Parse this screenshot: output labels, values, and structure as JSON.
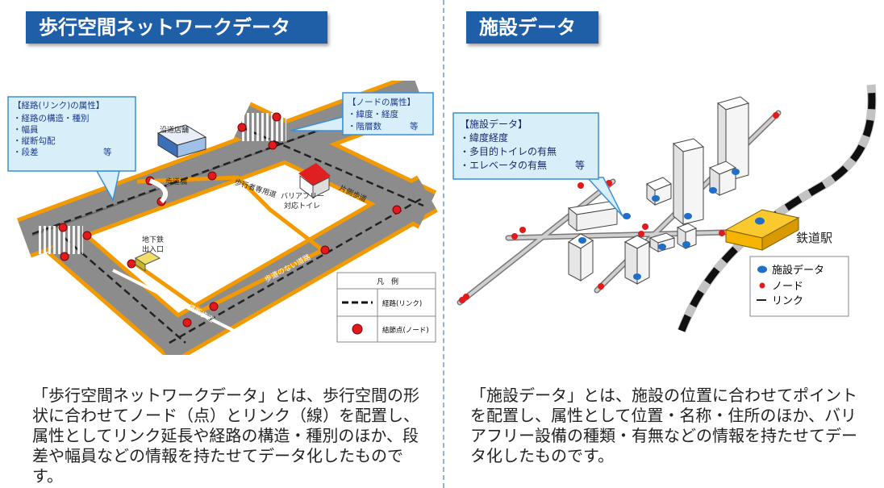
{
  "left": {
    "title": "歩行空間ネットワークデータ",
    "link_callout": {
      "title": "【経路(リンク)の属性】",
      "items": [
        "・経路の構造・種別",
        "・幅員",
        "・縦断勾配",
        "・段差"
      ],
      "etc": "等"
    },
    "node_callout": {
      "title": "【ノードの属性】",
      "items": [
        "・緯度・経度",
        "・階層数"
      ],
      "etc": "等"
    },
    "map_labels": {
      "shop": "沿道店舗",
      "footbridge": "歩道橋",
      "pedestrian_road": "歩行者専用道",
      "one_side": "片側歩道",
      "toilet_line1": "バリアフリー",
      "toilet_line2": "対応トイレ",
      "subway_line1": "地下鉄",
      "subway_line2": "出入口",
      "no_sidewalk": "歩道のない道路",
      "crosswalk": "横断歩道"
    },
    "legend": {
      "title": "凡　例",
      "link": "経路(リンク)",
      "node": "結節点(ノード)"
    },
    "description": "「歩行空間ネットワークデータ」とは、歩行空間の形状に合わせてノード（点）とリンク（線）を配置し、属性としてリンク延長や経路の構造・種別のほか、段差や幅員などの情報を持たせてデータ化したものです。"
  },
  "right": {
    "title": "施設データ",
    "callout": {
      "title": "【施設データ】",
      "items": [
        "・緯度経度",
        "・多目的トイレの有無",
        "・エレベータの有無"
      ],
      "etc": "等"
    },
    "station_label": "鉄道駅",
    "legend": {
      "facility": "施設データ",
      "node": "ノード",
      "link": "リンク"
    },
    "description": "「施設データ」とは、施設の位置に合わせてポイントを配置し、属性として位置・名称・住所のほか、バリアフリー設備の種類・有無などの情報を持たせてデータ化したものです。"
  },
  "colors": {
    "header_blue": "#1f5fa8",
    "road_gray": "#8c8c8c",
    "road_edge_orange": "#f39a00",
    "node_red": "#e11b1b",
    "callout_fill": "#d8eef9",
    "callout_border": "#3a8fd6",
    "facility_blue": "#1f6fc8",
    "station_yellow": "#f5b400"
  }
}
